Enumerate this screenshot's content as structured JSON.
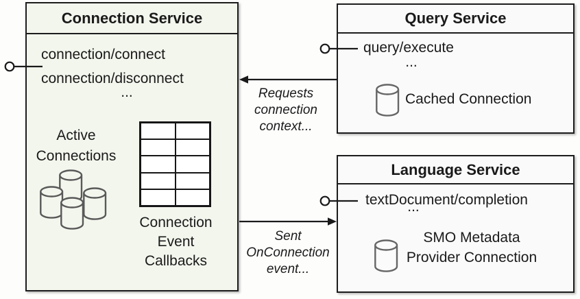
{
  "colors": {
    "outline": "#1c1c1c",
    "connection_box_fill": "#f3f6ed",
    "service_box_fill": "#fafafa",
    "cylinder_gray": "#5e5e5e",
    "table_fill": "#ffffff",
    "background": "#fdfdfc"
  },
  "connection_service": {
    "title": "Connection Service",
    "methods": [
      "connection/connect",
      "connection/disconnect"
    ],
    "ellipsis": "...",
    "active_connections": [
      "Active",
      "Connections"
    ],
    "callbacks": [
      "Connection",
      "Event",
      "Callbacks"
    ]
  },
  "query_service": {
    "title": "Query Service",
    "method": "query/execute",
    "ellipsis": "...",
    "cached_connection": "Cached Connection"
  },
  "language_service": {
    "title": "Language Service",
    "method": "textDocument/completion",
    "ellipsis": "...",
    "smo": [
      "SMO Metadata",
      "Provider Connection"
    ]
  },
  "arrows": {
    "requests_label": [
      "Requests",
      "connection",
      "context..."
    ],
    "sent_label": [
      "Sent",
      "OnConnection",
      "event..."
    ]
  },
  "icons": {
    "database_cluster": "database-cluster-icon",
    "database": "database-icon",
    "lollipop": "interface-lollipop-connector-icon"
  }
}
